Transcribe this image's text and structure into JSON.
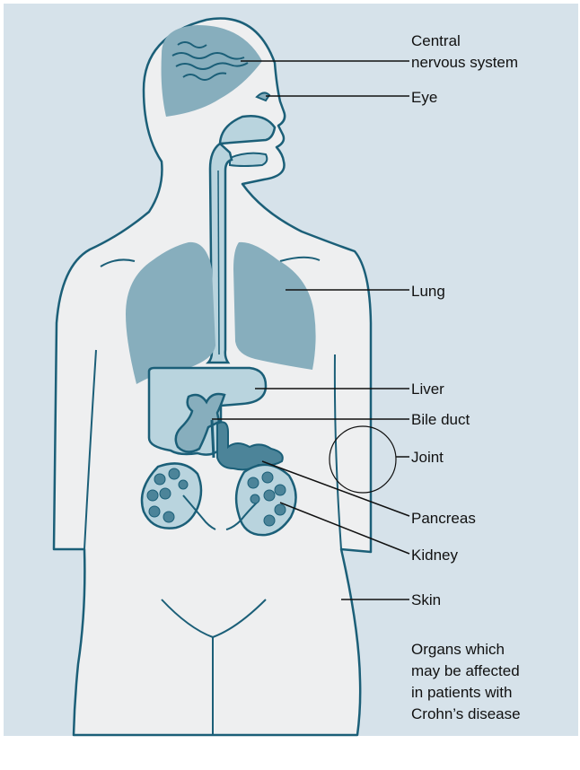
{
  "labels": {
    "cns_line1": "Central",
    "cns_line2": "nervous system",
    "eye": "Eye",
    "lung": "Lung",
    "liver": "Liver",
    "bile_duct": "Bile duct",
    "joint": "Joint",
    "pancreas": "Pancreas",
    "kidney": "Kidney",
    "skin": "Skin"
  },
  "caption": {
    "line1": "Organs which",
    "line2": "may be affected",
    "line3": "in patients with",
    "line4": "Crohn’s disease"
  },
  "colors": {
    "background": "#d6e2ea",
    "body": "#eeeff0",
    "outline": "#1b5f78",
    "organ_dark": "#87aebd",
    "organ_light": "#b9d4de",
    "label_line": "#111111",
    "text": "#111111"
  }
}
